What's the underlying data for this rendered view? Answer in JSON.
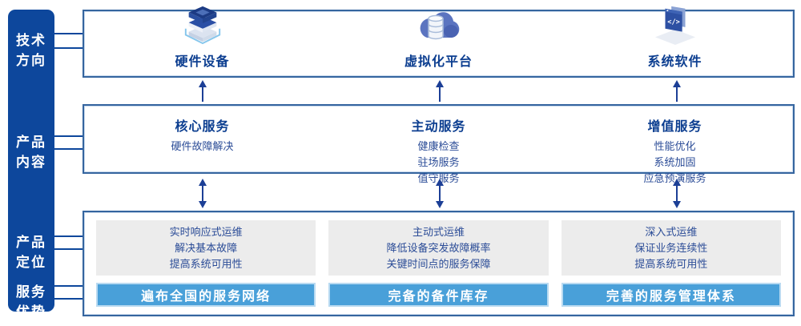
{
  "colors": {
    "sidebar_blue": "#0d479c",
    "panel_border": "#35659f",
    "heading_blue": "#0c3e90",
    "item_blue": "#2b4c97",
    "arrow_navy": "#1c3f96",
    "banner_blue": "#49a0d9",
    "gray_panel": "#ececec"
  },
  "sidebar": {
    "items": [
      {
        "label": "技术\n方向"
      },
      {
        "label": "产品\n内容"
      },
      {
        "label": "产品\n定位"
      },
      {
        "label": "服务\n优势"
      }
    ]
  },
  "tech_row": {
    "items": [
      {
        "label": "硬件设备",
        "icon": "server-stack-icon"
      },
      {
        "label": "虚拟化平台",
        "icon": "cloud-database-icon"
      },
      {
        "label": "系统软件",
        "icon": "code-window-icon"
      }
    ]
  },
  "services_row": {
    "columns": [
      {
        "title": "核心服务",
        "items": [
          "硬件故障解决"
        ]
      },
      {
        "title": "主动服务",
        "items": [
          "健康检查",
          "驻场服务",
          "值守服务"
        ]
      },
      {
        "title": "增值服务",
        "items": [
          "性能优化",
          "系统加固",
          "应急预演服务"
        ]
      }
    ]
  },
  "positioning_row": {
    "columns": [
      {
        "lines": "实时响应式运维\n解决基本故障\n提高系统可用性",
        "banner": "遍布全国的服务网络"
      },
      {
        "lines": "主动式运维\n降低设备突发故障概率\n关键时间点的服务保障",
        "banner": "完备的备件库存"
      },
      {
        "lines": "深入式运维\n保证业务连续性\n提高系统可用性",
        "banner": "完善的服务管理体系"
      }
    ]
  }
}
